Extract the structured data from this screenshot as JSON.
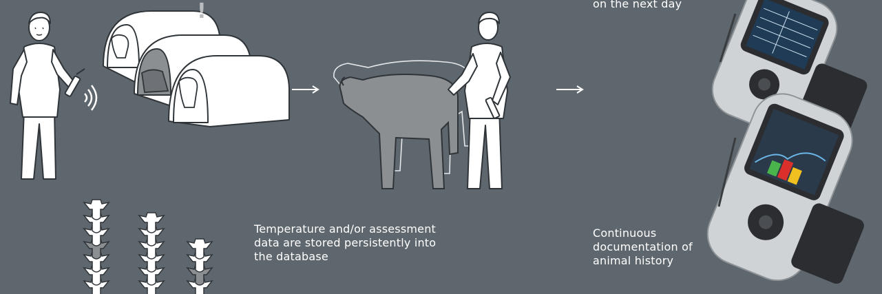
{
  "captions": {
    "top_right": "on the next day",
    "middle": "Temperature and/or assessment\ndata are stored persistently into\nthe database",
    "right": "Continuous\ndocumentation of\nanimal history"
  },
  "marks": {
    "alert": "!",
    "arrow": "→"
  },
  "herd_counts": {
    "column_1": 7,
    "column_2": 6,
    "column_3": 4
  },
  "colors": {
    "background": "#5f676e",
    "stroke": "#2f3438",
    "highlight": "#8c8f92",
    "white": "#ffffff",
    "device_silver": "#cfd3d6",
    "device_dark": "#2b2d30"
  }
}
